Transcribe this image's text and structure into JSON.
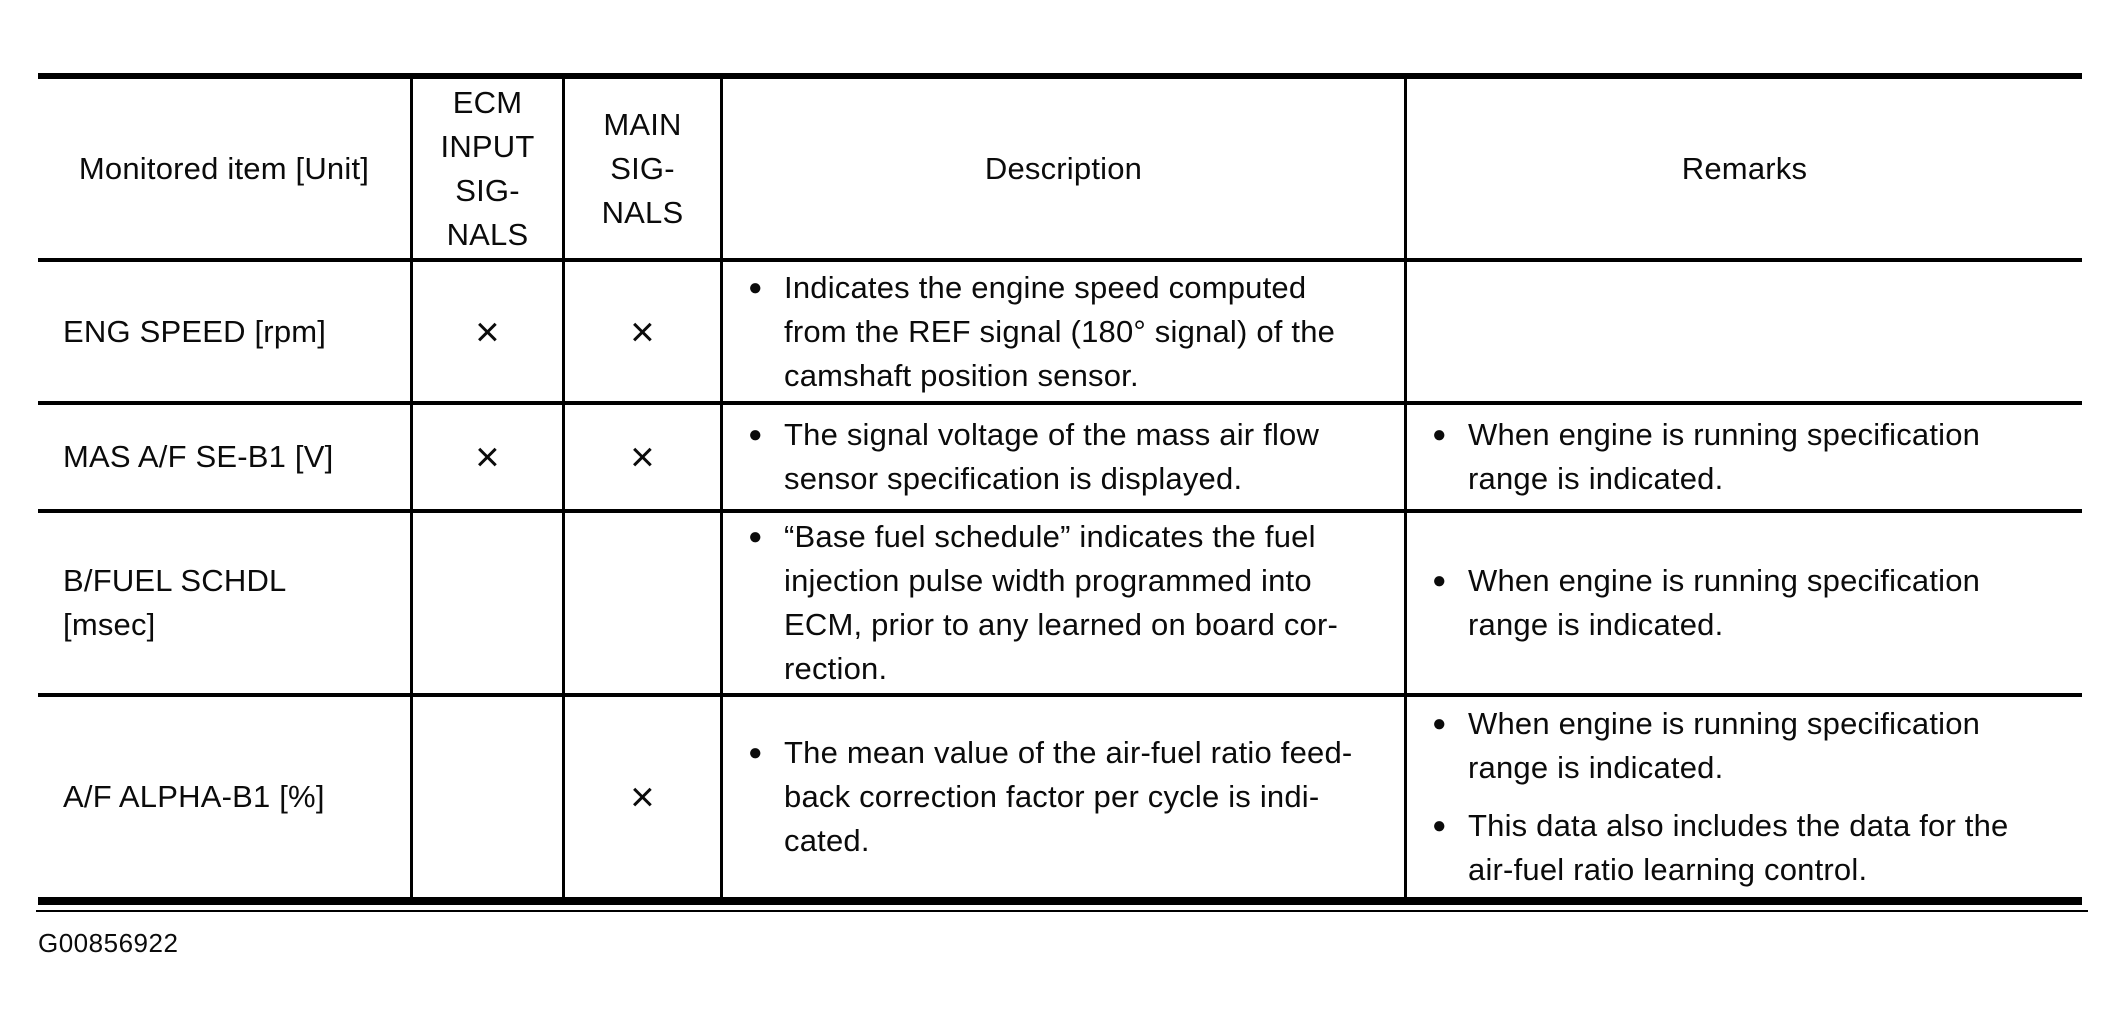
{
  "figure_id": "G00856922",
  "table": {
    "headers": {
      "monitored_item": "Monitored item [Unit]",
      "ecm_input_signals": "ECM\nINPUT\nSIG-\nNALS",
      "main_signals": "MAIN\nSIG-\nNALS",
      "description": "Description",
      "remarks": "Remarks"
    },
    "rows": [
      {
        "item": "ENG SPEED [rpm]",
        "ecm_input": "×",
        "main": "×",
        "description": [
          "Indicates the engine speed computed\nfrom the REF signal (180° signal) of the\ncamshaft position sensor."
        ],
        "remarks": []
      },
      {
        "item": "MAS A/F SE-B1 [V]",
        "ecm_input": "×",
        "main": "×",
        "description": [
          "The signal voltage of the mass air flow\nsensor specification is displayed."
        ],
        "remarks": [
          "When engine is running specification\nrange is indicated."
        ]
      },
      {
        "item": "B/FUEL SCHDL\n[msec]",
        "ecm_input": "",
        "main": "",
        "description": [
          "“Base fuel schedule” indicates the fuel\ninjection pulse width programmed into\nECM, prior to any learned on board cor-\nrection."
        ],
        "remarks": [
          "When engine is running specification\nrange is indicated."
        ]
      },
      {
        "item": "A/F ALPHA-B1 [%]",
        "ecm_input": "",
        "main": "×",
        "description": [
          "The mean value of the air-fuel ratio feed-\nback correction factor per cycle is indi-\ncated."
        ],
        "remarks": [
          "When engine is running specification\nrange is indicated.",
          "This data also includes the data for the\nair-fuel ratio learning control."
        ]
      }
    ]
  },
  "icons": {
    "bullet": "●"
  }
}
